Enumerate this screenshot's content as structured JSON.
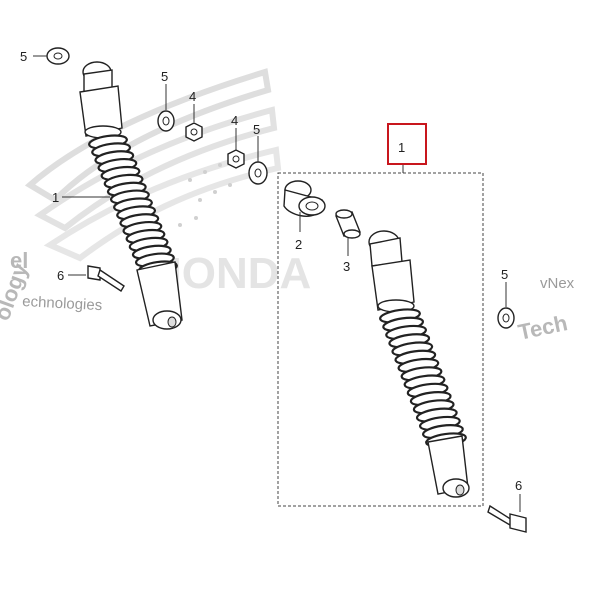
{
  "labels": {
    "shock_left": "1",
    "shock_right": "1",
    "bush": "2",
    "collar": "3",
    "nut_a": "4",
    "nut_b": "4",
    "washer_top": "5",
    "washer_a": "5",
    "washer_b": "5",
    "washer_right": "5",
    "bolt_left": "6",
    "bolt_right": "6"
  },
  "watermark": {
    "left_tech": "echnologies",
    "left_side": "ology",
    "left_top": "el",
    "right_brand": "vNex",
    "right_tech": "Tech",
    "brand": "HONDA"
  },
  "colors": {
    "highlight": "#c8161d",
    "ink": "#222222",
    "watermark": "#9a9a9a",
    "wing": "#d9d9d9"
  }
}
